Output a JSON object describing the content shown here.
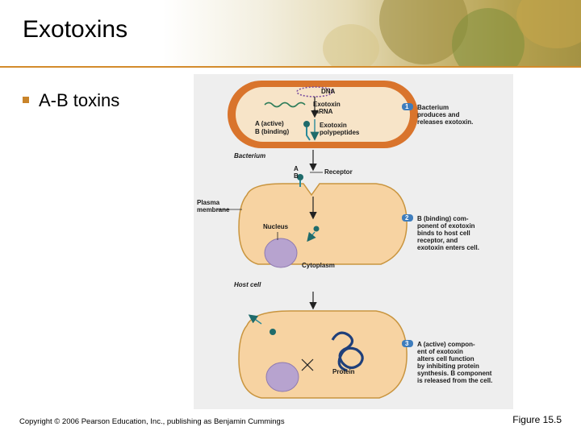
{
  "slide": {
    "title": "Exotoxins",
    "bullet": "A-B toxins",
    "copyright": "Copyright © 2006 Pearson Education, Inc., publishing as Benjamin Cummings",
    "figure_ref": "Figure 15.5"
  },
  "diagram": {
    "labels": {
      "dna": "DNA",
      "exotoxin_mrna_1": "Exotoxin",
      "exotoxin_mrna_2": "mRNA",
      "a_active": "A (active)",
      "b_binding": "B (binding)",
      "polypeptides_1": "Exotoxin",
      "polypeptides_2": "polypeptides",
      "bacterium": "Bacterium",
      "a": "A",
      "b": "B",
      "receptor": "Receptor",
      "plasma_membrane_1": "Plasma",
      "plasma_membrane_2": "membrane",
      "nucleus": "Nucleus",
      "cytoplasm": "Cytoplasm",
      "host_cell": "Host cell",
      "protein": "Protein"
    },
    "steps": [
      {
        "number": "1",
        "lines": [
          "Bacterium",
          "produces and",
          "releases exotoxin."
        ]
      },
      {
        "number": "2",
        "lines": [
          "B (binding) com-",
          "ponent of exotoxin",
          "binds to host cell",
          "receptor, and",
          "exotoxin enters cell."
        ]
      },
      {
        "number": "3",
        "lines": [
          "A (active) compon-",
          "ent of exotoxin",
          "alters cell function",
          "by inhibiting protein",
          "synthesis. B component",
          "is released from the cell."
        ]
      }
    ],
    "colors": {
      "bacterium_fill": "#d9742c",
      "cell_fill": "#f7d3a2",
      "nucleus_fill": "#b7a3cf",
      "toxin": "#1f6b6b",
      "step_badge": "#3e7dbd"
    }
  }
}
